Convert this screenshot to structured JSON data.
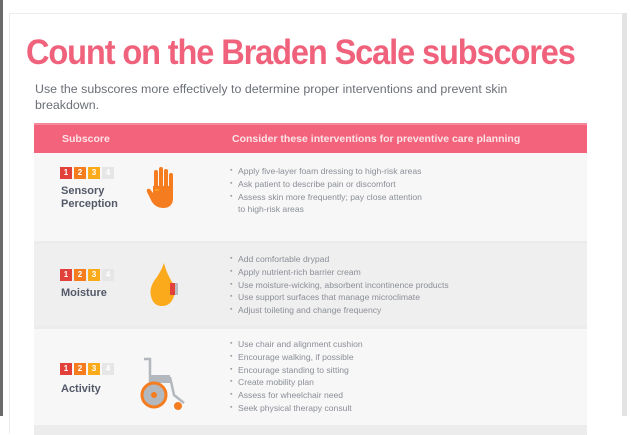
{
  "title": "Count on the Braden Scale subscores",
  "subtitle": "Use the subscores more effectively to determine proper interventions and prevent skin breakdown.",
  "table": {
    "headers": {
      "subscore": "Subscore",
      "interventions": "Consider these interventions for preventive care planning"
    },
    "rows": [
      {
        "scores": [
          "1",
          "2",
          "3",
          "4"
        ],
        "label_line1": "Sensory",
        "label_line2": "Perception",
        "icon": "hand-icon",
        "interventions": [
          "Apply five-layer foam dressing to high-risk areas",
          "Ask patient to describe pain or discomfort",
          "Assess skin more frequently; pay close attention",
          "to high-risk areas"
        ]
      },
      {
        "scores": [
          "1",
          "2",
          "3",
          "4"
        ],
        "label_line1": "Moisture",
        "icon": "water-drop-icon",
        "interventions": [
          "Add comfortable drypad",
          "Apply nutrient-rich barrier cream",
          "Use moisture-wicking, absorbent incontinence products",
          "Use support surfaces that manage microclimate",
          "Adjust toileting and change frequency"
        ]
      },
      {
        "scores": [
          "1",
          "2",
          "3",
          "4"
        ],
        "label_line1": "Activity",
        "icon": "wheelchair-icon",
        "interventions": [
          "Use chair and alignment cushion",
          "Encourage walking, if possible",
          "Encourage standing to sitting",
          "Create mobility plan",
          "Assess for wheelchair need",
          "Seek physical therapy consult"
        ]
      }
    ]
  },
  "colors": {
    "accent": "#f0627c",
    "header_bg": "#f3637b",
    "score_1": "#e2403b",
    "score_2": "#f57c1f",
    "score_3": "#fbaa1c",
    "score_4": "#e6e6e6"
  }
}
